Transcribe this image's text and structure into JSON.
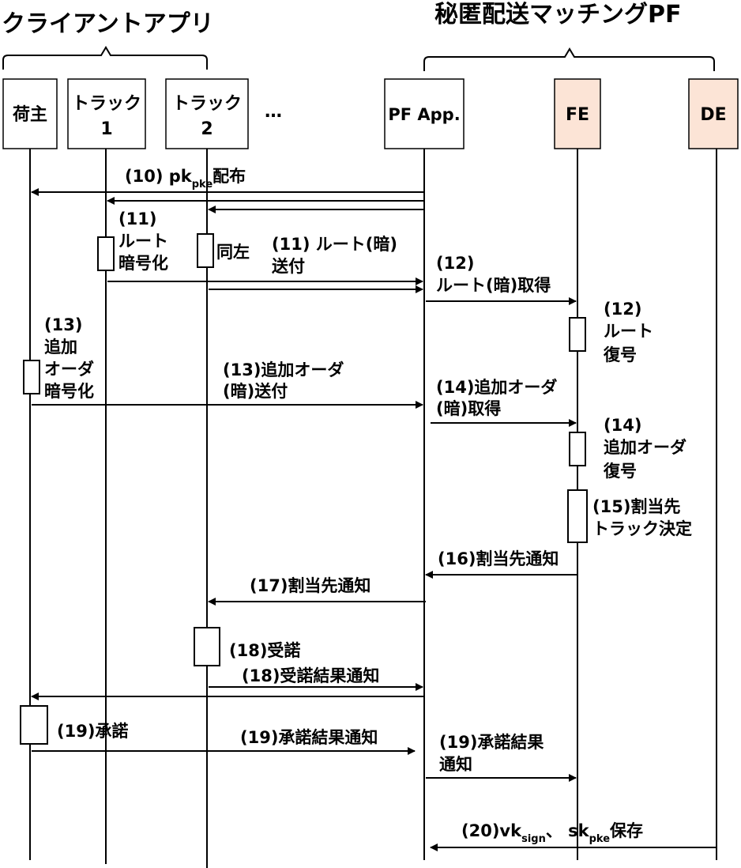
{
  "groups": {
    "client": "クライアントアプリ",
    "pf": "秘匿配送マッチングPF"
  },
  "participants": {
    "shipper": "荷主",
    "truck1_line1": "トラック",
    "truck1_line2": "1",
    "truck2_line1": "トラック",
    "truck2_line2": "2",
    "ellipsis": "…",
    "pfapp": "PF App.",
    "fe": "FE",
    "de": "DE"
  },
  "colors": {
    "fe_fill": "#fce4d6",
    "de_fill": "#fce4d6",
    "box_fill": "#ffffff",
    "stroke": "#000000"
  },
  "steps": {
    "s10_main": "(10) pk",
    "s10_sub": "pke",
    "s10_tail": "配布",
    "s11_num": "(11)",
    "s11_l1": "ルート",
    "s11_l2": "暗号化",
    "s11_same": "同左",
    "s11_send_l1": "(11) ルート(暗)",
    "s11_send_l2": "送付",
    "s12_get_num": "(12)",
    "s12_get_text": "ルート(暗)取得",
    "s12_dec_num": "(12)",
    "s12_dec_l1": "ルート",
    "s12_dec_l2": "復号",
    "s13_num": "(13)",
    "s13_l1": "追加",
    "s13_l2": "オーダ",
    "s13_l3": "暗号化",
    "s13_send_l1": "(13)追加オーダ",
    "s13_send_l2": "(暗)送付",
    "s14_get_l1": "(14)追加オーダ",
    "s14_get_l2": "(暗)取得",
    "s14_dec_num": "(14)",
    "s14_dec_l1": "追加オーダ",
    "s14_dec_l2": "復号",
    "s15_l1": "(15)割当先",
    "s15_l2": "トラック決定",
    "s16": "(16)割当先通知",
    "s17": "(17)割当先通知",
    "s18_accept": "(18)受諾",
    "s18_notify": "(18)受諾結果通知",
    "s19_approve": "(19)承諾",
    "s19_notify": "(19)承諾結果通知",
    "s19_fe_l1": "(19)承諾結果",
    "s19_fe_l2": "通知",
    "s20_main": "(20)vk",
    "s20_sub1": "sign",
    "s20_mid": "、 sk",
    "s20_sub2": "pke",
    "s20_tail": "保存"
  }
}
